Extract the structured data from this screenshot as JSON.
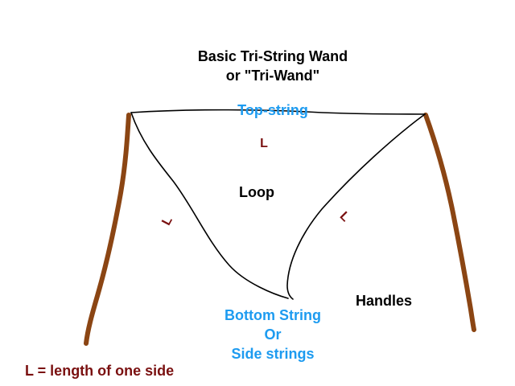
{
  "title": {
    "line1": "Basic Tri-String Wand",
    "line2": "or \"Tri-Wand\""
  },
  "labels": {
    "top_string": "Top-string",
    "loop": "Loop",
    "handles": "Handles",
    "bottom_string_line1": "Bottom String",
    "bottom_string_line2": "Or",
    "bottom_string_line3": "Side strings",
    "side_length_top": "L",
    "side_length_left": "L",
    "side_length_right": "L",
    "legend": "L = length of one side"
  },
  "colors": {
    "title_text": "#000000",
    "string_label": "#1d9bf0",
    "length_label": "#7a1010",
    "handle": "#8b4513",
    "string_line": "#000000",
    "background": "#ffffff"
  }
}
